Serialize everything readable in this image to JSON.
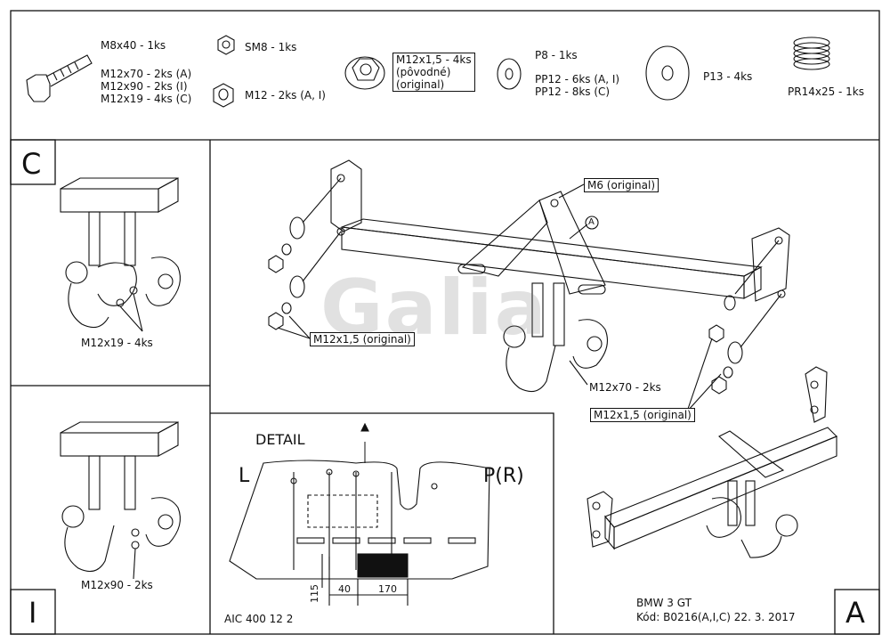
{
  "parts": {
    "bolt_m8": "M8x40 - 1ks",
    "bolt_m12_a": "M12x70 - 2ks (A)",
    "bolt_m12_i": "M12x90 - 2ks (I)",
    "bolt_m12_c": "M12x19 - 4ks (C)",
    "nut_sm8": "SM8 - 1ks",
    "nut_m12": "M12 - 2ks (A, I)",
    "nut_m12x15_line1": "M12x1,5 - 4ks",
    "nut_m12x15_line2": "(pôvodné)",
    "nut_m12x15_line3": "(original)",
    "washer_p8": "P8 - 1ks",
    "washer_pp12_ai": "PP12 - 6ks (A, I)",
    "washer_pp12_c": "PP12 - 8ks (C)",
    "washer_p13": "P13 - 4ks",
    "spring_pr14": "PR14x25 - 1ks"
  },
  "panels": {
    "c_letter": "C",
    "i_letter": "I",
    "a_letter": "A",
    "c_callout": "M12x19 - 4ks",
    "i_callout": "M12x90 - 2ks",
    "main_m6": "M6 (original)",
    "main_a_marker": "A",
    "main_m12x15_left": "M12x1,5 (original)",
    "main_m12x70": "M12x70 - 2ks",
    "main_m12x15_right": "M12x1,5 (original)"
  },
  "detail": {
    "title": "DETAIL",
    "left": "L",
    "right": "P(R)",
    "dim_115": "115",
    "dim_40": "40",
    "dim_170": "170"
  },
  "footer": {
    "aic": "AIC 400 12 2",
    "model": "BMW 3 GT",
    "code": "Kód: B0216(A,I,C)  22. 3. 2017"
  },
  "watermark": "Galia"
}
